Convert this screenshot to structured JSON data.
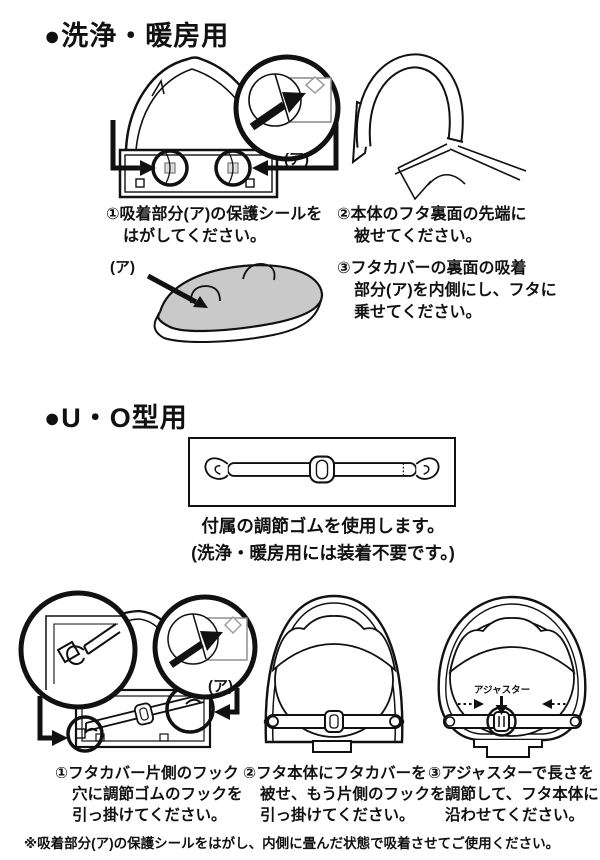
{
  "labels": {
    "a_mark": "(ア)",
    "adjuster": "アジャスター"
  },
  "section_washer": {
    "title": "●洗浄・暖房用",
    "steps": [
      {
        "lines": [
          "①吸着部分(ア)の保護シールを",
          "はがしてください。"
        ]
      },
      {
        "lines": [
          "②本体のフタ裏面の先端に",
          "被せてください。"
        ]
      },
      {
        "lines": [
          "③フタカバーの裏面の吸着",
          "部分(ア)を内側にし、フタに",
          "乗せてください。"
        ]
      }
    ]
  },
  "section_uo": {
    "title": "●U・O型用",
    "band_note_lines": [
      "付属の調節ゴムを使用します。",
      "(洗浄・暖房用には装着不要です。)"
    ],
    "steps": [
      {
        "lines": [
          "①フタカバー片側のフック",
          "穴に調節ゴムのフックを",
          "引っ掛けてください。"
        ]
      },
      {
        "lines": [
          "②フタ本体にフタカバーを",
          "被せ、もう片側のフックを",
          "引っ掛けてください。"
        ]
      },
      {
        "lines": [
          "③アジャスターで長さを",
          "調節して、フタ本体に",
          "沿わせてください。"
        ]
      }
    ]
  },
  "footer_note": "※吸着部分(ア)の保護シールをはがし、内側に畳んだ状態で吸着させてご使用ください。",
  "colors": {
    "ink": "#111111",
    "lid_gray": "#c9c9c9"
  }
}
